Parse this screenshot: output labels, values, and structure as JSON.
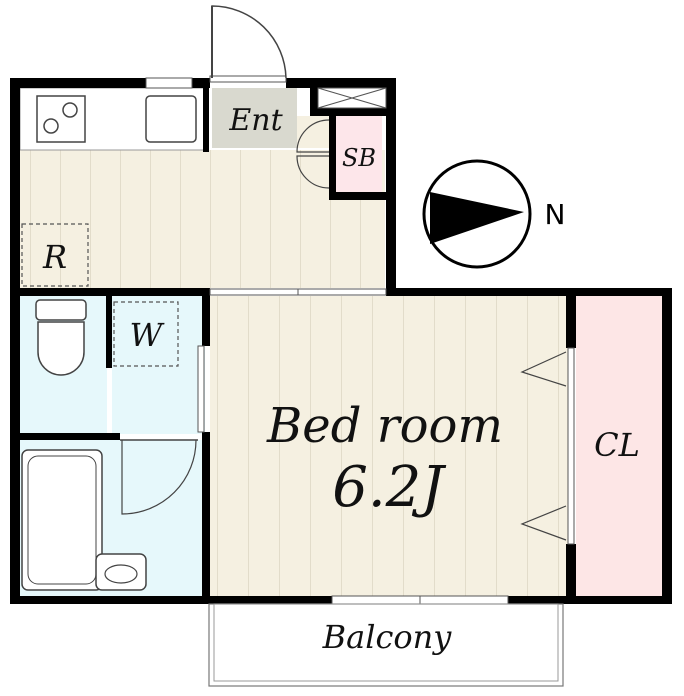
{
  "rooms": {
    "entrance": "Ent",
    "shoe_box": "SB",
    "refrigerator": "R",
    "washer": "W",
    "bedroom": "Bed room",
    "bedroom_size": "6.2J",
    "closet": "CL",
    "balcony": "Balcony"
  },
  "compass": {
    "label": "N"
  },
  "colors": {
    "wall": "#000000",
    "floor": "#f5f0e1",
    "wet_area": "#e6f8fb",
    "closet": "#fde6e6",
    "entrance_floor": "#d9d9cf",
    "shoe_box": "#fde6ea"
  }
}
